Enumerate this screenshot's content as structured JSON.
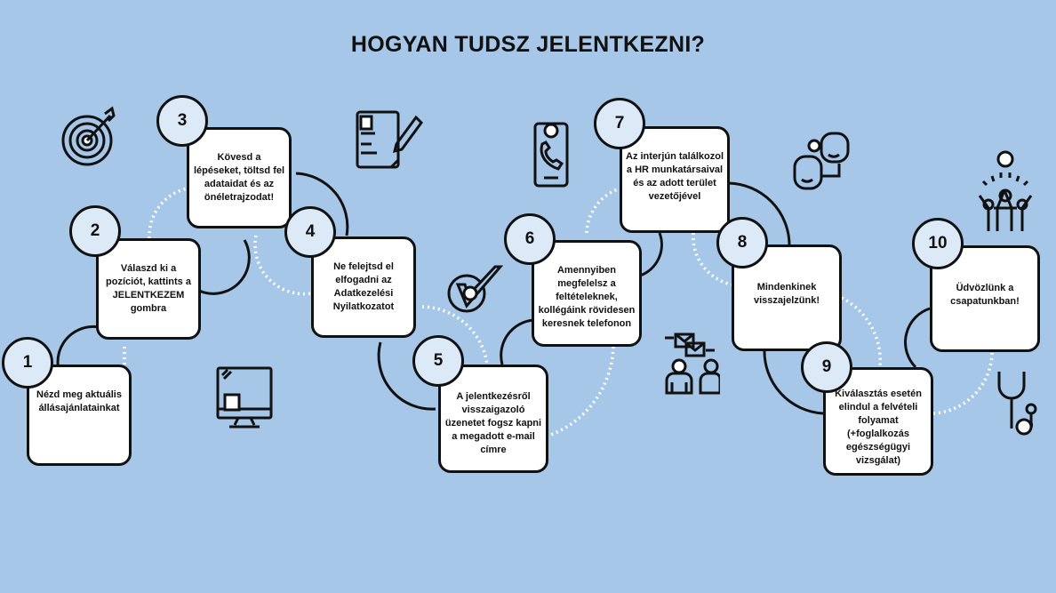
{
  "title": "HOGYAN TUDSZ JELENTKEZNI?",
  "steps": [
    {
      "number": "1",
      "text": "Nézd meg aktuális állásajánlatainkat"
    },
    {
      "number": "2",
      "text": "Válaszd ki a pozíciót, kattints a JELENTKEZEM gombra"
    },
    {
      "number": "3",
      "text": "Kövesd a lépéseket, töltsd fel adataidat és az önéletrajzodat!"
    },
    {
      "number": "4",
      "text": "Ne felejtsd el elfogadni az Adatkezelési Nyilatkozatot"
    },
    {
      "number": "5",
      "text": "A jelentkezésről visszaigazoló üzenetet fogsz kapni a megadott e-mail címre"
    },
    {
      "number": "6",
      "text": "Amennyiben megfelelsz a feltételeknek, kollégáink rövidesen keresnek telefonon"
    },
    {
      "number": "7",
      "text": "Az interjún találkozol a HR munkatársaival és az adott terület vezetőjével"
    },
    {
      "number": "8",
      "text": "Mindenkinek visszajelzünk!"
    },
    {
      "number": "9",
      "text": "Kiválasztás esetén elindul a felvételi folyamat (+foglalkozás egészségügyi vizsgálat)"
    },
    {
      "number": "10",
      "text": "Üdvözlünk a csapatunkban!"
    }
  ],
  "colors": {
    "background": "#a7c7e8",
    "circle": "#dce9f7",
    "stroke": "#111111"
  }
}
